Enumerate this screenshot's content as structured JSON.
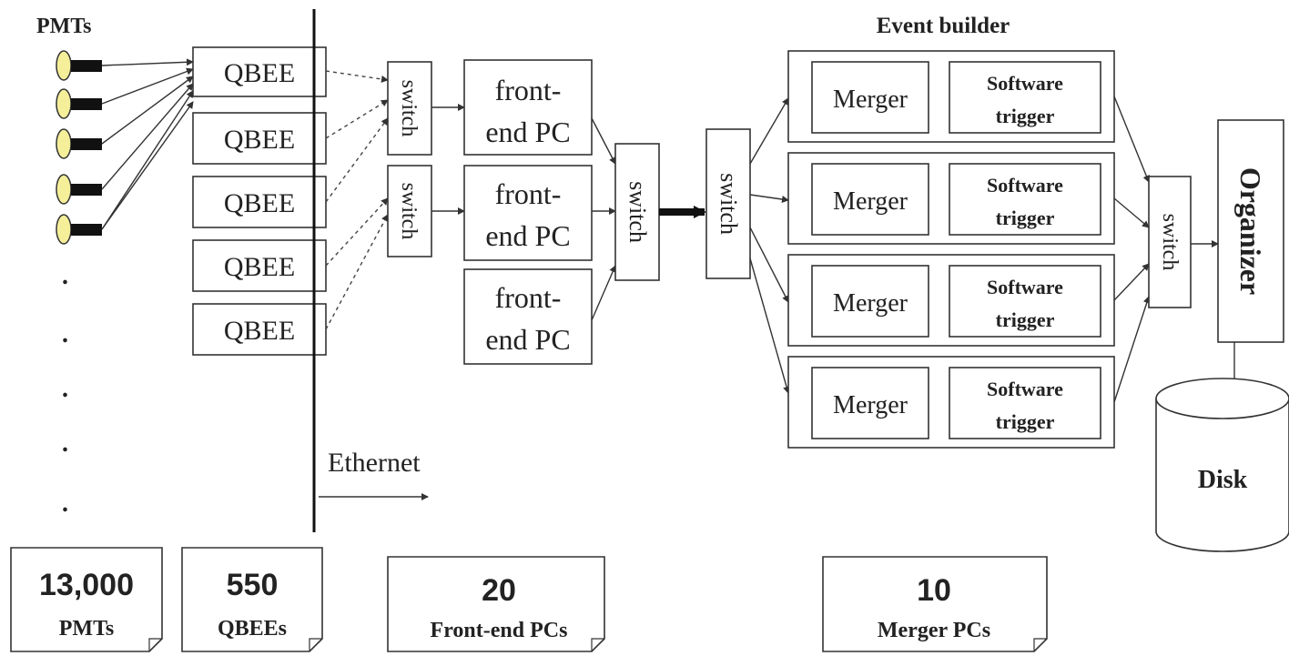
{
  "pmts": {
    "title": "PMTs",
    "dots": [
      ".",
      ".",
      ".",
      ".",
      "."
    ]
  },
  "qbee": {
    "labels": [
      "QBEE",
      "QBEE",
      "QBEE",
      "QBEE",
      "QBEE"
    ]
  },
  "ethernet": {
    "label": "Ethernet"
  },
  "switch_label": "switch",
  "frontend": {
    "line1": "front-",
    "line2": "end PC"
  },
  "event_builder": {
    "title": "Event builder",
    "merger_label": "Merger",
    "trigger_line1": "Software",
    "trigger_line2": "trigger"
  },
  "organizer": {
    "label": "Organizer"
  },
  "disk": {
    "label": "Disk"
  },
  "notes": [
    {
      "count": "13,000",
      "label": "PMTs"
    },
    {
      "count": "550",
      "label": "QBEEs"
    },
    {
      "count": "20",
      "label": "Front-end PCs"
    },
    {
      "count": "10",
      "label": "Merger PCs"
    }
  ],
  "colors": {
    "pmt_fill": "#f5ef9a",
    "line": "#333333",
    "background": "#ffffff"
  }
}
